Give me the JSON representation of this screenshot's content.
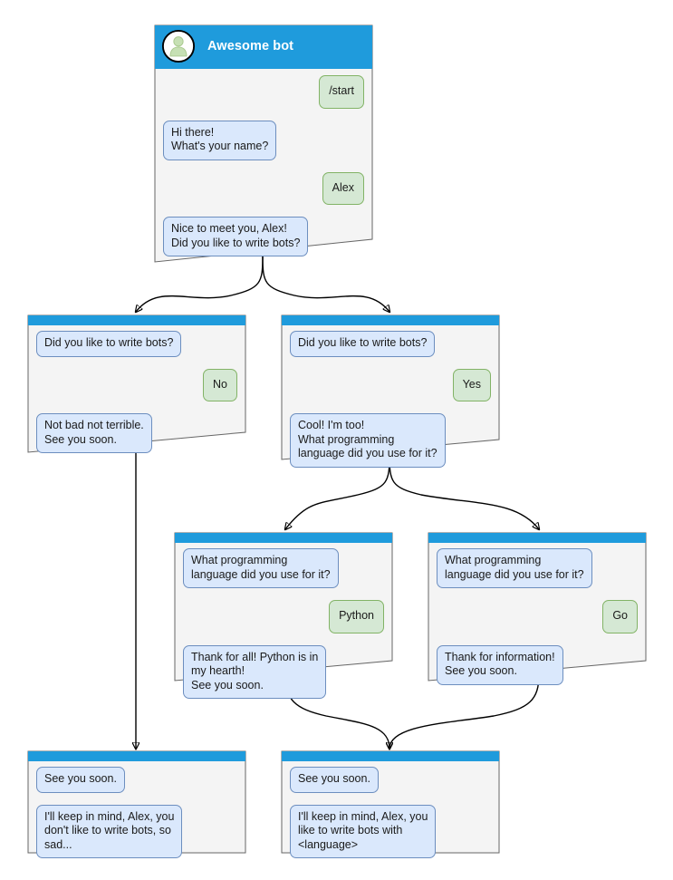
{
  "diagram": {
    "title": "Awesome bot",
    "background_color": "#ffffff",
    "header_color": "#1f9bdc",
    "card_body_color": "#f4f4f4",
    "card_border_color": "#666666",
    "bot_bubble_color": "#dae8fc",
    "bot_bubble_border": "#6c8ebf",
    "user_bubble_color": "#d5e8d4",
    "user_bubble_border": "#82b366",
    "avatar_icon": "person-avatar-icon"
  },
  "cards": [
    {
      "id": "root",
      "has_title": true,
      "title": "Awesome bot",
      "messages": [
        {
          "side": "user",
          "text": "/start"
        },
        {
          "side": "bot",
          "text": "Hi there!\nWhat's your name?"
        },
        {
          "side": "user",
          "text": "Alex"
        },
        {
          "side": "bot",
          "text": "Nice to meet you, Alex!\nDid you like to write bots?"
        }
      ]
    },
    {
      "id": "no-branch",
      "has_title": false,
      "title": "",
      "messages": [
        {
          "side": "bot",
          "text": "Did you like to write bots?"
        },
        {
          "side": "user",
          "text": "No"
        },
        {
          "side": "bot",
          "text": "Not bad not terrible.\nSee you soon."
        }
      ]
    },
    {
      "id": "yes-branch",
      "has_title": false,
      "title": "",
      "messages": [
        {
          "side": "bot",
          "text": "Did you like to write bots?"
        },
        {
          "side": "user",
          "text": "Yes"
        },
        {
          "side": "bot",
          "text": "Cool! I'm too!\nWhat programming\nlanguage did you use for it?"
        }
      ]
    },
    {
      "id": "python-branch",
      "has_title": false,
      "title": "",
      "messages": [
        {
          "side": "bot",
          "text": "What programming\nlanguage did you use for it?"
        },
        {
          "side": "user",
          "text": "Python"
        },
        {
          "side": "bot",
          "text": "Thank for all! Python is in\nmy hearth!\nSee you soon."
        }
      ]
    },
    {
      "id": "go-branch",
      "has_title": false,
      "title": "",
      "messages": [
        {
          "side": "bot",
          "text": "What programming\nlanguage did you use for it?"
        },
        {
          "side": "user",
          "text": "Go"
        },
        {
          "side": "bot",
          "text": "Thank for information!\nSee you soon."
        }
      ]
    },
    {
      "id": "end-no",
      "has_title": false,
      "title": "",
      "messages": [
        {
          "side": "bot",
          "text": "See you soon."
        },
        {
          "side": "bot",
          "text": "I'll keep in mind, Alex, you\ndon't like to write bots, so\nsad..."
        }
      ]
    },
    {
      "id": "end-yes",
      "has_title": false,
      "title": "",
      "messages": [
        {
          "side": "bot",
          "text": "See you soon."
        },
        {
          "side": "bot",
          "text": "I'll keep in mind, Alex, you\nlike to write bots with\n<language>"
        }
      ]
    }
  ]
}
